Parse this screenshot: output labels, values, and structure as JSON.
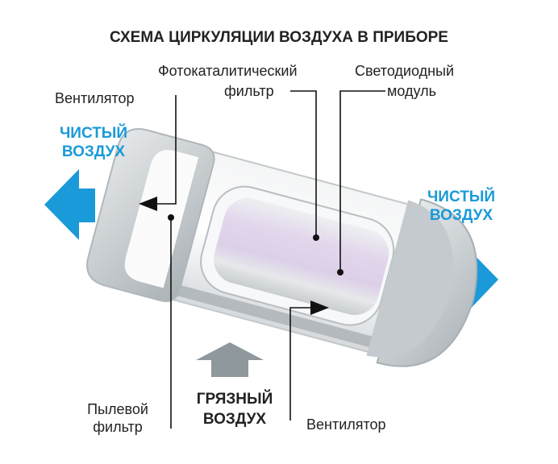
{
  "title": "СХЕМА ЦИРКУЛЯЦИИ ВОЗДУХА В ПРИБОРЕ",
  "labels": {
    "fan_top": "Вентилятор",
    "photo_filter_1": "Фотокаталитический",
    "photo_filter_2": "фильтр",
    "led_1": "Светодиодный",
    "led_2": "модуль",
    "clean_air_left_1": "ЧИСТЫЙ",
    "clean_air_left_2": "ВОЗДУХ",
    "clean_air_right_1": "ЧИСТЫЙ",
    "clean_air_right_2": "ВОЗДУХ",
    "dust_filter_1": "Пылевой",
    "dust_filter_2": "фильтр",
    "dirty_air_1": "ГРЯЗНЫЙ",
    "dirty_air_2": "ВОЗДУХ",
    "fan_bottom": "Вентилятор"
  },
  "colors": {
    "clean_air": "#1a9ad9",
    "dirty_air": "#8f989d",
    "filter": "#dccfe8"
  }
}
